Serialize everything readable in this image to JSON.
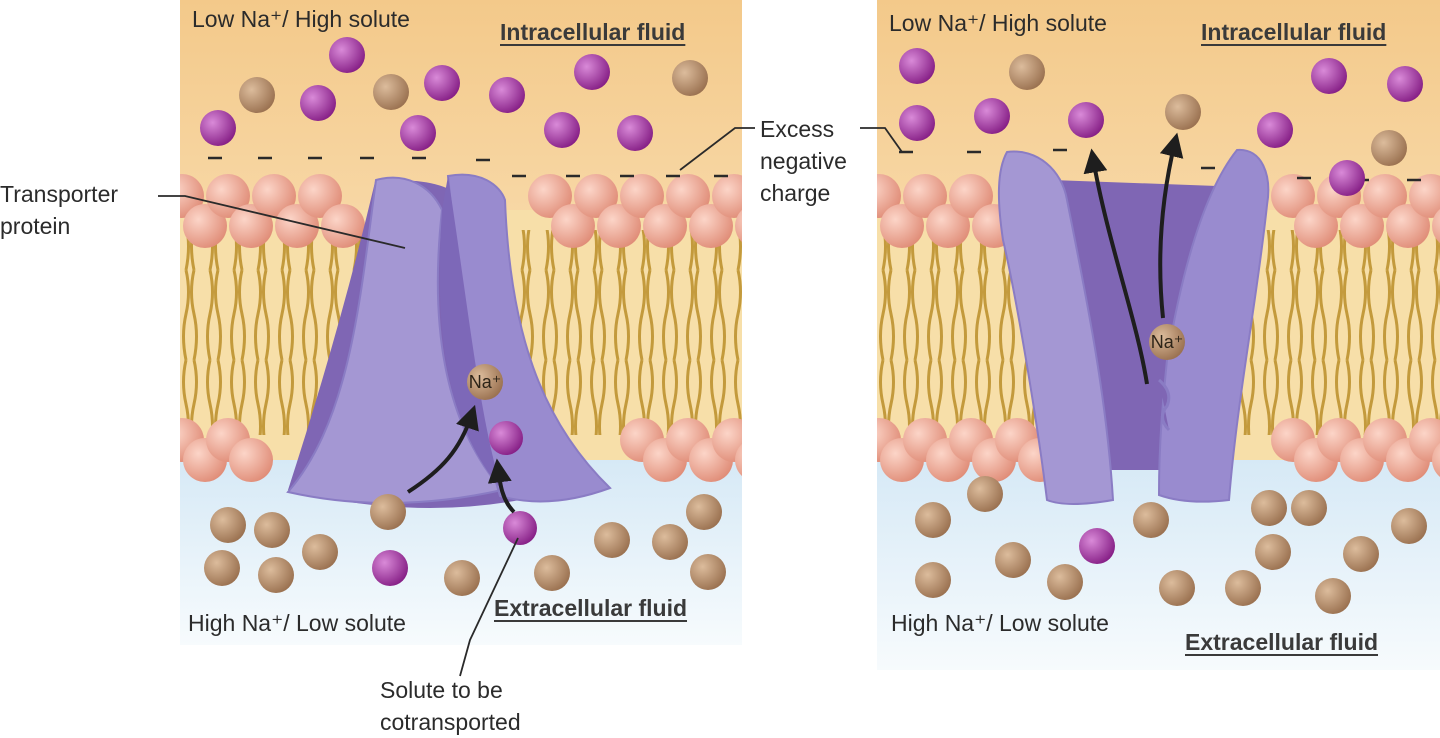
{
  "left_panel": {
    "top_label": "Low Na⁺/ High solute",
    "intra_label": "Intracellular fluid",
    "bottom_label": "High Na⁺/ Low solute",
    "extra_label": "Extracellular fluid",
    "ion_label": "Na⁺"
  },
  "right_panel": {
    "top_label": "Low Na⁺/ High solute",
    "intra_label": "Intracellular fluid",
    "bottom_label": "High Na⁺/ Low solute",
    "extra_label": "Extracellular fluid",
    "ion_label": "Na⁺"
  },
  "callouts": {
    "transporter_line1": "Transporter",
    "transporter_line2": "protein",
    "excess_line1": "Excess",
    "excess_line2": "negative",
    "excess_line3": "charge",
    "solute_line1": "Solute to be",
    "solute_line2": "cotransported"
  },
  "colors": {
    "intracellular": "#f3c98a",
    "extracellular": "#dcedf7",
    "phospholipid_head": "#f0a996",
    "lipid_tail": "#c9a24a",
    "protein": "#9e92d0",
    "protein_inner": "#7f66b4",
    "sodium_ion": "#b78e6a",
    "solute": "#9a2a9a"
  }
}
